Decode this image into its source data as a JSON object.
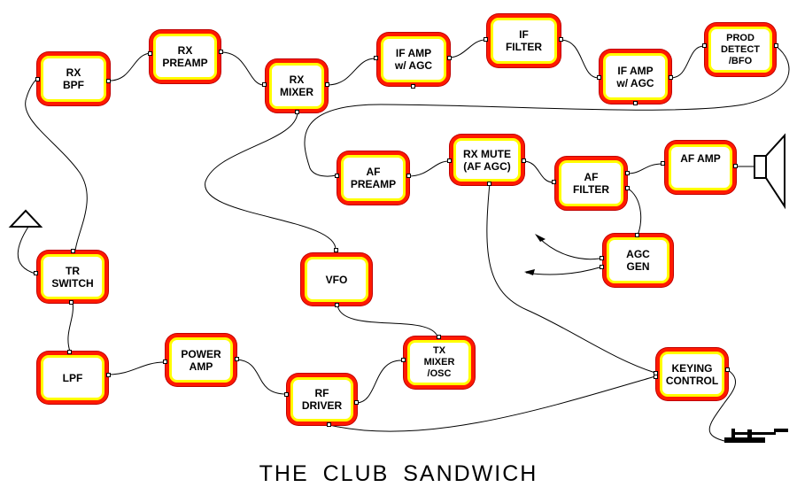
{
  "title": "THE CLUB SANDWICH",
  "colors": {
    "block_outer": "#ff1a00",
    "block_inner": "#ffff00",
    "block_fill": "#ffffff",
    "wire": "#000000"
  },
  "blocks": {
    "rx_bpf": {
      "line1": "RX",
      "line2": "BPF"
    },
    "rx_preamp": {
      "line1": "RX",
      "line2": "PREAMP"
    },
    "rx_mixer": {
      "line1": "RX",
      "line2": "MIXER"
    },
    "if_amp_1": {
      "line1": "IF  AMP",
      "line2": "w/  AGC"
    },
    "if_filter": {
      "line1": "IF",
      "line2": "FILTER"
    },
    "if_amp_2": {
      "line1": "IF  AMP",
      "line2": "w/  AGC"
    },
    "prod_detect": {
      "line1": "PROD",
      "line2": "DETECT",
      "line3": "/BFO"
    },
    "af_preamp": {
      "line1": "AF",
      "line2": "PREAMP"
    },
    "rx_mute": {
      "line1": "RX  MUTE",
      "line2": "(AF  AGC)"
    },
    "af_filter": {
      "line1": "AF",
      "line2": "FILTER"
    },
    "af_amp": {
      "line1": "AF AMP"
    },
    "agc_gen": {
      "line1": "AGC",
      "line2": "GEN"
    },
    "tr_switch": {
      "line1": "TR",
      "line2": "SWITCH"
    },
    "vfo": {
      "line1": "VFO"
    },
    "lpf": {
      "line1": "LPF"
    },
    "power_amp": {
      "line1": "POWER",
      "line2": "AMP"
    },
    "tx_mixer": {
      "line1": "TX",
      "line2": "MIXER",
      "line3": "/OSC"
    },
    "rf_driver": {
      "line1": "RF",
      "line2": "DRIVER"
    },
    "keying_control": {
      "line1": "KEYING",
      "line2": "CONTROL"
    }
  },
  "symbols": [
    "antenna-icon",
    "speaker-icon",
    "morse-key-icon"
  ]
}
